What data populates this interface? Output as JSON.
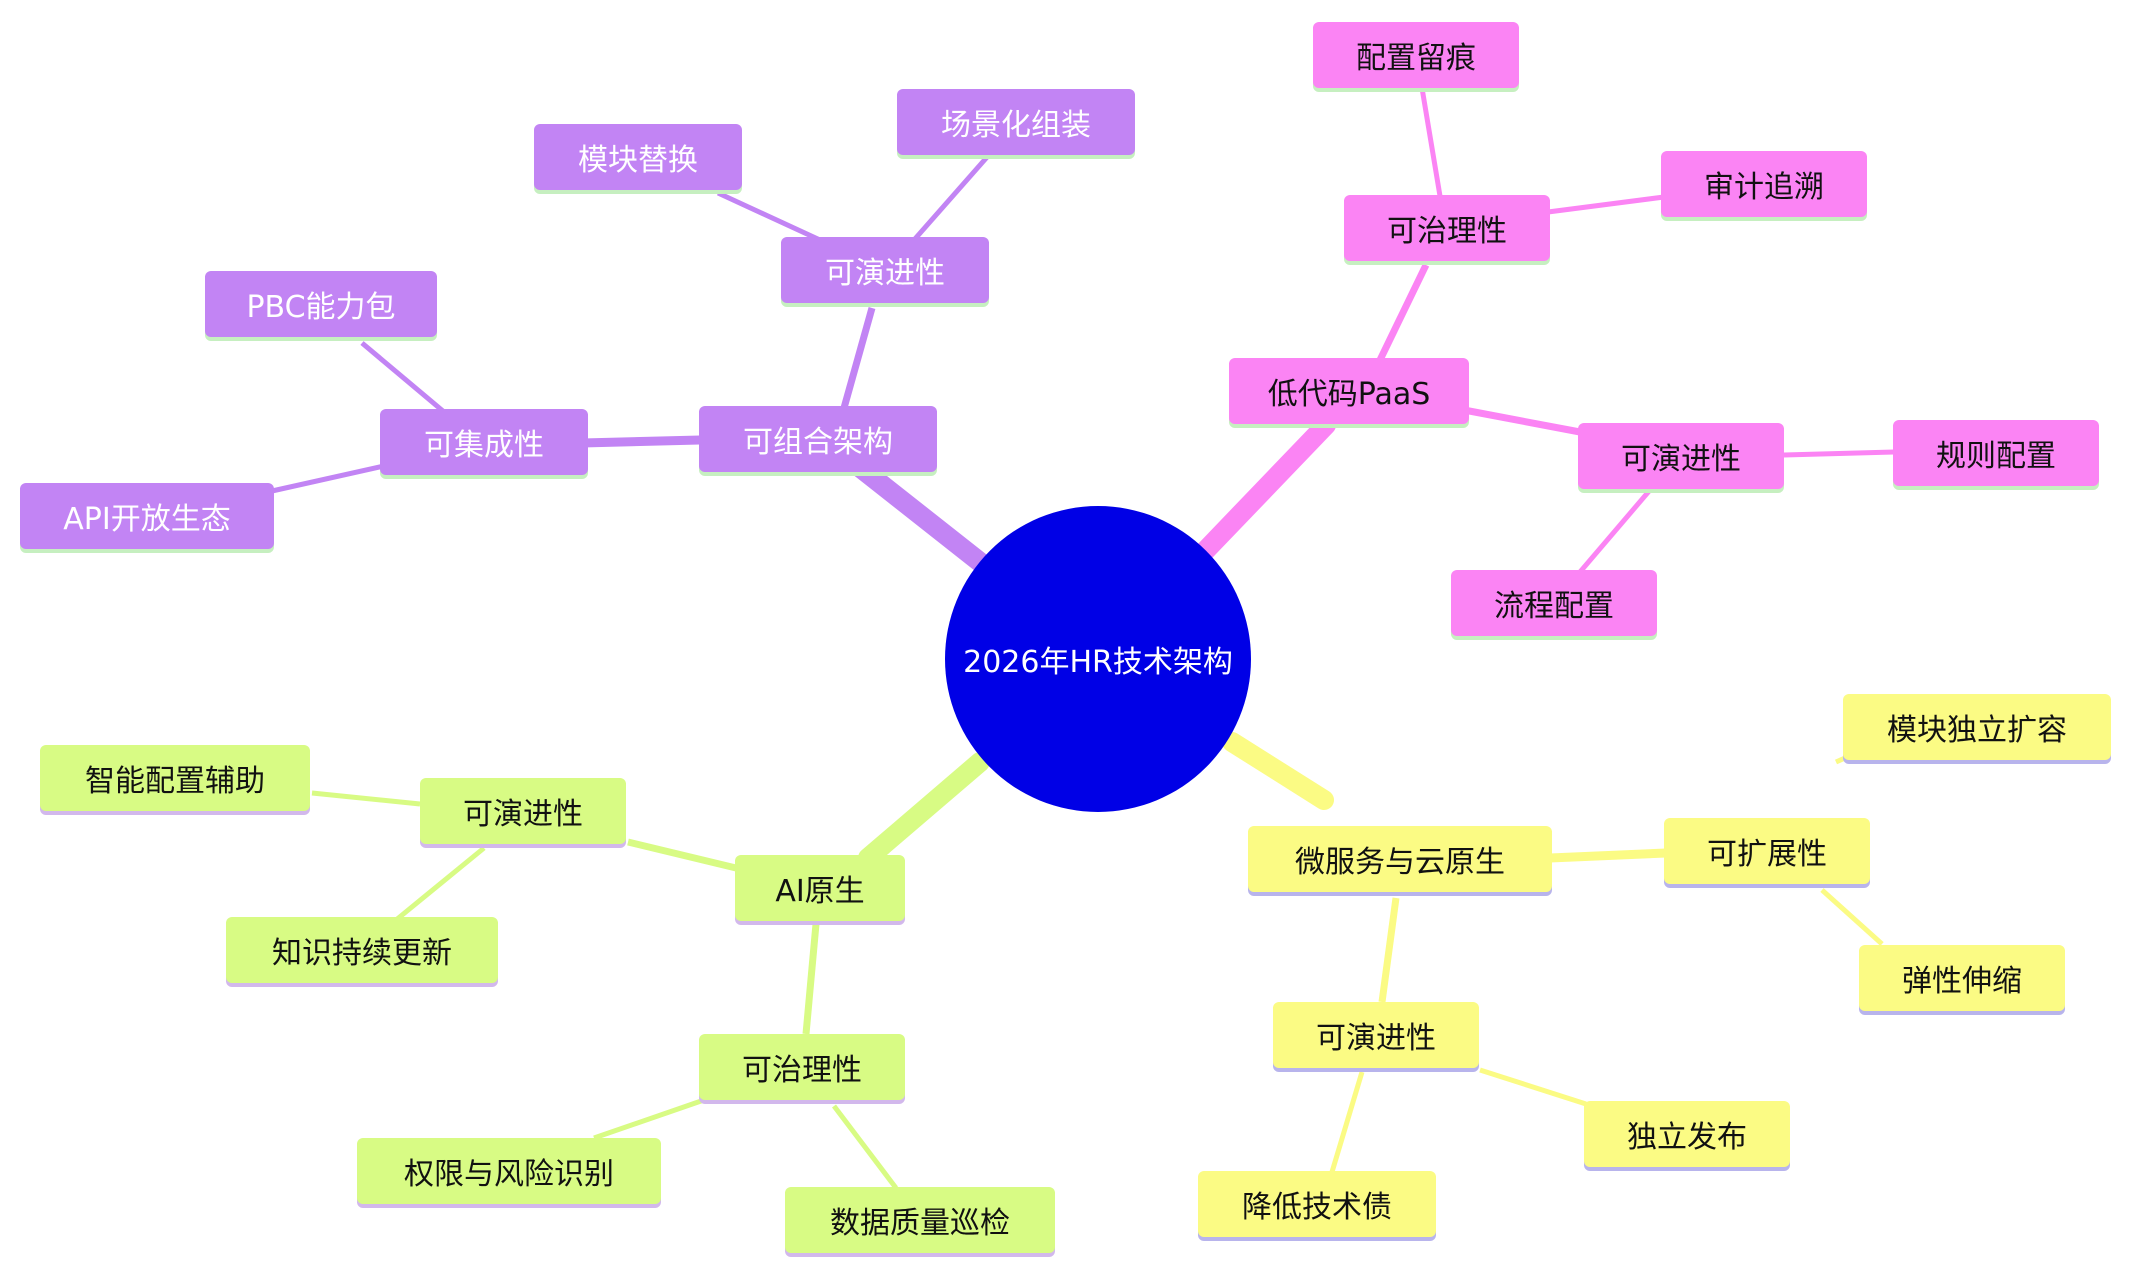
{
  "root": {
    "label": "2026年HR技术架构",
    "color": "#0000e6"
  },
  "colors": {
    "purple": "#c284f4",
    "pink": "#fb84f4",
    "yellow": "#fbfb84",
    "green": "#d8fb84"
  },
  "branches": {
    "composable": {
      "label": "可组合架构",
      "integrability": {
        "label": "可集成性",
        "items": [
          "PBC能力包",
          "API开放生态"
        ]
      },
      "evolvability": {
        "label": "可演进性",
        "items": [
          "模块替换",
          "场景化组装"
        ]
      }
    },
    "lowcode": {
      "label": "低代码PaaS",
      "governability": {
        "label": "可治理性",
        "items": [
          "配置留痕",
          "审计追溯"
        ]
      },
      "evolvability": {
        "label": "可演进性",
        "items": [
          "规则配置",
          "流程配置"
        ]
      }
    },
    "microservice": {
      "label": "微服务与云原生",
      "scalability": {
        "label": "可扩展性",
        "items": [
          "模块独立扩容",
          "弹性伸缩"
        ]
      },
      "evolvability": {
        "label": "可演进性",
        "items": [
          "独立发布",
          "降低技术债"
        ]
      }
    },
    "ai": {
      "label": "AI原生",
      "evolvability": {
        "label": "可演进性",
        "items": [
          "智能配置辅助",
          "知识持续更新"
        ]
      },
      "governability": {
        "label": "可治理性",
        "items": [
          "权限与风险识别",
          "数据质量巡检"
        ]
      }
    }
  }
}
